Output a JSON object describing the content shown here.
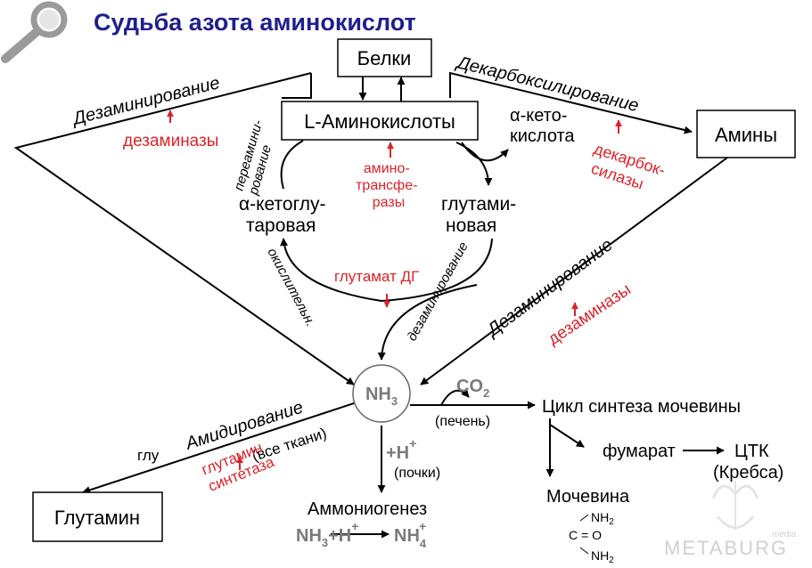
{
  "title": "Судьба азота аминокислот",
  "colors": {
    "title": "#1f1f8c",
    "enzyme": "#d8232a",
    "line": "#000000",
    "ammonia": "#7a7a7a",
    "watermark": "#d0d0d0"
  },
  "icons": {
    "title_icon": "magnifier-icon",
    "watermark_logo": "metaburg-logo-icon"
  },
  "nodes": {
    "proteins": "Белки",
    "amino_acids": "L-Аминокислоты",
    "amines": "Амины",
    "glutamine": "Глутамин",
    "ammonia": {
      "base": "NH",
      "sub": "3"
    },
    "keto_acid": [
      "α-кето-",
      "кислота"
    ],
    "alpha_ketoglutarate": [
      "α-кетоглу-",
      "таровая"
    ],
    "glutamate": [
      "глутами-",
      "новая"
    ],
    "urea_cycle": "Цикл синтеза мочевины",
    "fumarate": "фумарат",
    "tca": [
      "ЦТК",
      "(Кребса)"
    ],
    "urea": "Мочевина",
    "ammoniogenesis": "Аммониогенез"
  },
  "process_labels": {
    "deamination_left": "Дезаминирование",
    "decarboxylation": "Декарбоксилирование",
    "deamination_right": "Дезаминирование",
    "transamination": [
      "переамини-",
      "рование"
    ],
    "oxidative": "окислительн.",
    "deamination_cycle": "дезаминирование",
    "amidation": "Амидирование",
    "all_tissues": "(все ткани)",
    "glu": "глу",
    "liver": "(печень)",
    "kidneys": "(почки)"
  },
  "enzymes": {
    "deaminases_left": "дезаминазы",
    "aminotransferases": [
      "амино-",
      "трансфе-",
      "разы"
    ],
    "decarboxylases": [
      "декарбок-",
      "силазы"
    ],
    "glutamate_dh": "глутамат ДГ",
    "deaminases_right": "дезаминазы",
    "glutamine_synthetase": [
      "глутамин",
      "синтетаза"
    ]
  },
  "formulas": {
    "co2": {
      "base": "CO",
      "sub": "2"
    },
    "h_plus": {
      "base": "+H",
      "sup": "+"
    },
    "reaction": {
      "nh3_base": "NH",
      "nh3_sub": "3",
      "h_base": "+H",
      "h_sup": "+",
      "nh4_base": "NH",
      "nh4_sub": "4",
      "nh4_sup": "+"
    },
    "urea_structure": {
      "top": "NH",
      "top_sub": "2",
      "middle": "C = O",
      "bottom": "NH",
      "bottom_sub": "2"
    }
  },
  "watermark": {
    "brand": "METABURG",
    "small": "media"
  }
}
